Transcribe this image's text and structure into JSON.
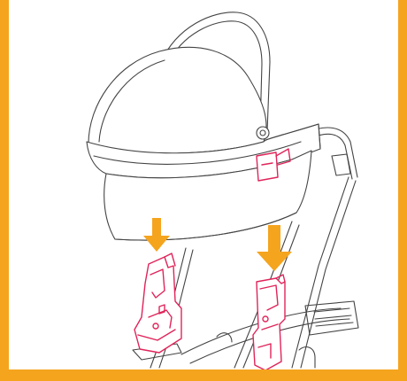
{
  "colors": {
    "frame": "#f5a41e",
    "arrow": "#f5a41e",
    "adapter_highlight": "#e0245a",
    "line_art": "#444444"
  },
  "illustration": {
    "arrows": [
      {
        "direction": "down"
      },
      {
        "direction": "down"
      }
    ],
    "adapters": [
      "left",
      "right"
    ]
  }
}
